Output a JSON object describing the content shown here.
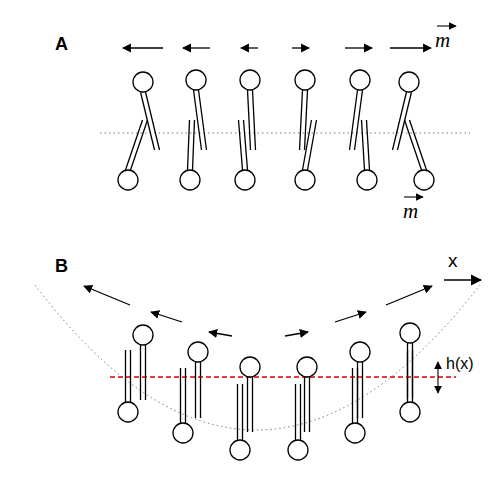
{
  "diagram": {
    "labels": [
      "A",
      "m",
      "x",
      "B",
      "m",
      "h(x)"
    ]
  }
}
